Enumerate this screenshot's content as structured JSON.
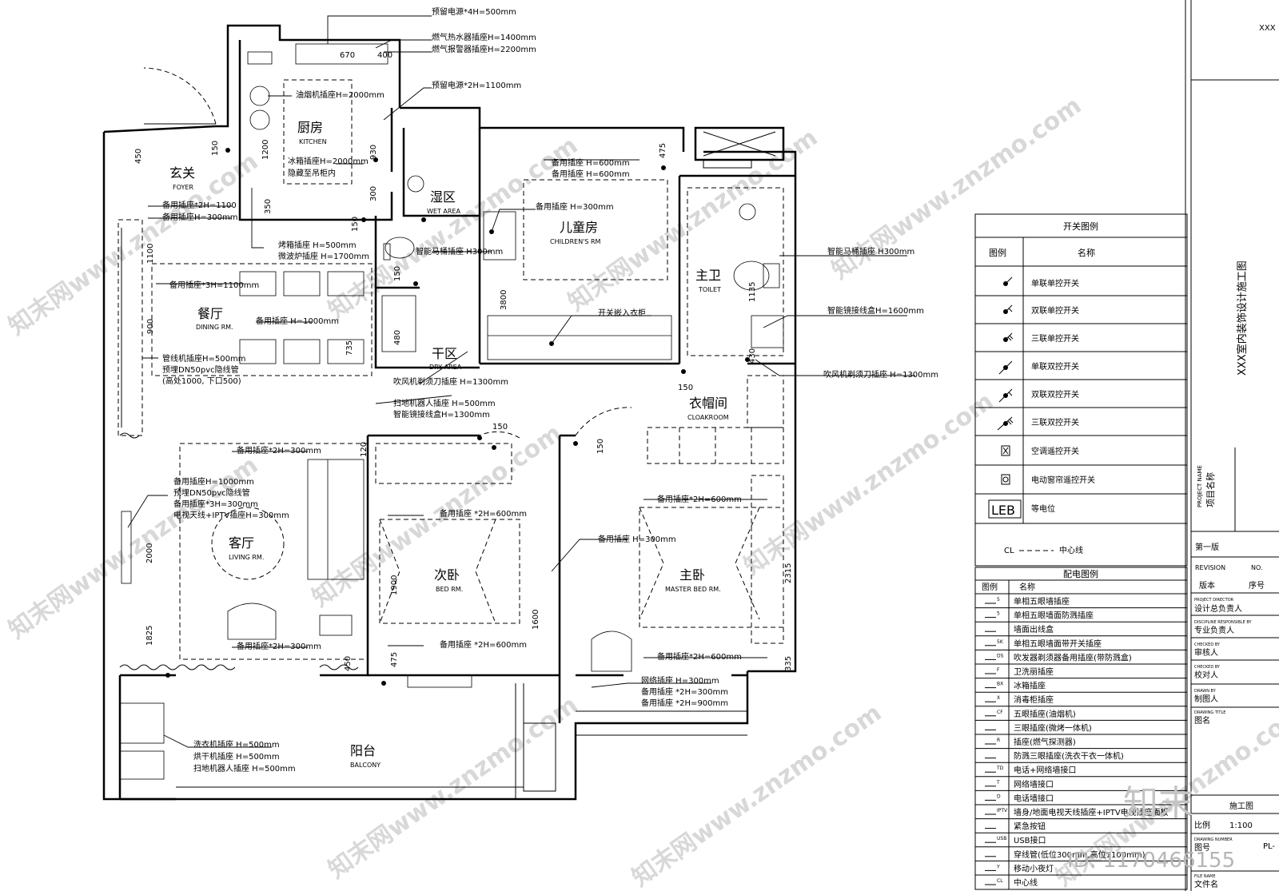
{
  "rooms": [
    {
      "id": "foyer",
      "cn": "玄关",
      "en": "FOYER"
    },
    {
      "id": "kitchen",
      "cn": "厨房",
      "en": "KITCHEN"
    },
    {
      "id": "wet",
      "cn": "湿区",
      "en": "WET AREA"
    },
    {
      "id": "children",
      "cn": "儿童房",
      "en": "CHILDREN'S RM"
    },
    {
      "id": "toilet",
      "cn": "主卫",
      "en": "TOILET"
    },
    {
      "id": "dining",
      "cn": "餐厅",
      "en": "DINING RM."
    },
    {
      "id": "dry",
      "cn": "干区",
      "en": "DRY AREA"
    },
    {
      "id": "cloak",
      "cn": "衣帽间",
      "en": "CLOAKROOM"
    },
    {
      "id": "living",
      "cn": "客厅",
      "en": "LIVING RM."
    },
    {
      "id": "bed",
      "cn": "次卧",
      "en": "BED RM."
    },
    {
      "id": "master",
      "cn": "主卧",
      "en": "MASTER BED RM."
    },
    {
      "id": "balcony",
      "cn": "阳台",
      "en": "BALCONY"
    }
  ],
  "annotations": [
    "预留电源*4H=500mm",
    "燃气热水器插座H=1400mm",
    "燃气报警器插座H=2200mm",
    "预留电源*2H=1100mm",
    "油烟机插座H=2000mm",
    "冰箱插座H=2000mm",
    "隐藏至吊柜内",
    "备用插座*2H=1100",
    "备用插座H=300mm",
    "烤箱插座 H=500mm",
    "微波炉插座 H=1700mm",
    "智能马桶插座 H300mm",
    "备用插座 H=600mm",
    "备用插座 H=600mm",
    "备用插座 H=300mm",
    "智能马桶插座 H300mm",
    "备用插座*3H=1100mm",
    "备用插座 H=1000mm",
    "开关嵌入衣柜",
    "智能镜接线盒H=1600mm",
    "管线机插座H=500mm",
    "预埋DN50pvc隐线管",
    "(高处1000, 下口500)",
    "吹风机剃须刀插座 H=1300mm",
    "吹风机剃须刀插座 H=1300mm",
    "扫地机器人插座 H=500mm",
    "智能镜接线盒H=1300mm",
    "备用插座*2H=300mm",
    "备用插座H=1000mm",
    "预埋DN50pvc隐线管",
    "备用插座*3H=300mm",
    "电视天线+IPTV插座H=300mm",
    "备用插座 *2H=600mm",
    "备用插座*2H=600mm",
    "备用插座 H=300mm",
    "备用插座*2H=300mm",
    "备用插座 *2H=600mm",
    "备用插座*2H=600mm",
    "网络插座 H=300mm",
    "备用插座 *2H=300mm",
    "备用插座 *2H=900mm",
    "洗衣机插座 H=500mm",
    "烘干机插座 H=500mm",
    "扫地机器人插座 H=500mm"
  ],
  "dimensions": [
    "670",
    "400",
    "450",
    "1200",
    "930",
    "300",
    "350",
    "1100",
    "900",
    "150",
    "150",
    "150",
    "150",
    "3800",
    "480",
    "735",
    "1135",
    "430",
    "475",
    "120",
    "150",
    "150",
    "2000",
    "1825",
    "450",
    "1900",
    "1600",
    "475",
    "2315",
    "335"
  ],
  "legend_switch": {
    "title": "开关图例",
    "col1": "图例",
    "col2": "名称",
    "items": [
      {
        "icon": "single-pole-single-switch",
        "name": "单联单控开关"
      },
      {
        "icon": "double-pole-single-switch",
        "name": "双联单控开关"
      },
      {
        "icon": "triple-pole-single-switch",
        "name": "三联单控开关"
      },
      {
        "icon": "single-pole-dual-switch",
        "name": "单联双控开关"
      },
      {
        "icon": "double-pole-dual-switch",
        "name": "双联双控开关"
      },
      {
        "icon": "triple-pole-dual-switch",
        "name": "三联双控开关"
      },
      {
        "icon": "ac-remote",
        "name": "空调遥控开关"
      },
      {
        "icon": "curtain-remote",
        "name": "电动窗帘遥控开关"
      },
      {
        "symbol": "LEB",
        "name": "等电位"
      }
    ],
    "centerline_symbol": "CL",
    "centerline_label": "中心线"
  },
  "legend_power": {
    "title": "配电图例",
    "col1": "图例",
    "col2": "名称",
    "items": [
      {
        "sym": "5",
        "name": "单相五眼墙插座"
      },
      {
        "sym": "5",
        "name": "单相五眼墙面防溅插座"
      },
      {
        "sym": "",
        "name": "墙面出线盒"
      },
      {
        "sym": "5K",
        "name": "单相五眼墙面带开关插座"
      },
      {
        "sym": "DS",
        "name": "吹发器剃须器备用插座(带防溅盒)"
      },
      {
        "sym": "F",
        "name": "卫洗丽插座"
      },
      {
        "sym": "BX",
        "name": "冰箱插座"
      },
      {
        "sym": "X",
        "name": "消毒柜插座"
      },
      {
        "sym": "CF",
        "name": "五眼插座(油烟机)"
      },
      {
        "sym": "",
        "name": "三眼插座(微烤一体机)"
      },
      {
        "sym": "R",
        "name": "插座(燃气探测器)"
      },
      {
        "sym": "",
        "name": "防溅三眼插座(洗衣干衣一体机)"
      },
      {
        "sym": "TD",
        "name": "电话+网络墙接口"
      },
      {
        "sym": "T",
        "name": "网络墙接口"
      },
      {
        "sym": "D",
        "name": "电话墙接口"
      },
      {
        "sym": "IPTV",
        "name": "墙身/地面电视天线插座+IPTV电视插座面板"
      },
      {
        "sym": "",
        "name": "紧急按钮"
      },
      {
        "sym": "USB",
        "name": "USB接口"
      },
      {
        "sym": "",
        "name": "穿线管(低位300mm,高位1100mm)"
      },
      {
        "sym": "Y",
        "name": "移动小夜灯"
      },
      {
        "sym": "CL",
        "name": "中心线"
      }
    ]
  },
  "title_block": {
    "top_text": "XXX",
    "drawing_title": "XXX室内装饰设计施工图",
    "project_name_en": "PROJECT NAME",
    "project_name_cn": "项目名称",
    "edition": "第一版",
    "revision_label": "REVISION",
    "revision_no": "NO.",
    "version_cn": "版本",
    "seq_cn": "序号",
    "roles": [
      {
        "en": "PROJECT DIRECTOR",
        "cn": "设计总负责人"
      },
      {
        "en": "DISCIPLINE RESPONSIBLE BY",
        "cn": "专业负责人"
      },
      {
        "en": "CHECKED BY",
        "cn": "审核人"
      },
      {
        "en": "CHECKED BY",
        "cn": "校对人"
      },
      {
        "en": "DRAWN BY",
        "cn": "制图人"
      },
      {
        "en": "DRAWING TITLE",
        "cn": "图名"
      }
    ],
    "status": "施工图",
    "scale_label": "比例",
    "scale": "1:100",
    "drawing_number_en": "DRAWING NUMBER",
    "drawing_number_cn": "图号",
    "drawing_number": "PL-",
    "file_name_en": "FILE NAME",
    "file_name_cn": "文件名"
  },
  "watermark": {
    "site": "知末网www.znzmo.com",
    "logo": "知末",
    "id": "ID: 1170466155"
  }
}
